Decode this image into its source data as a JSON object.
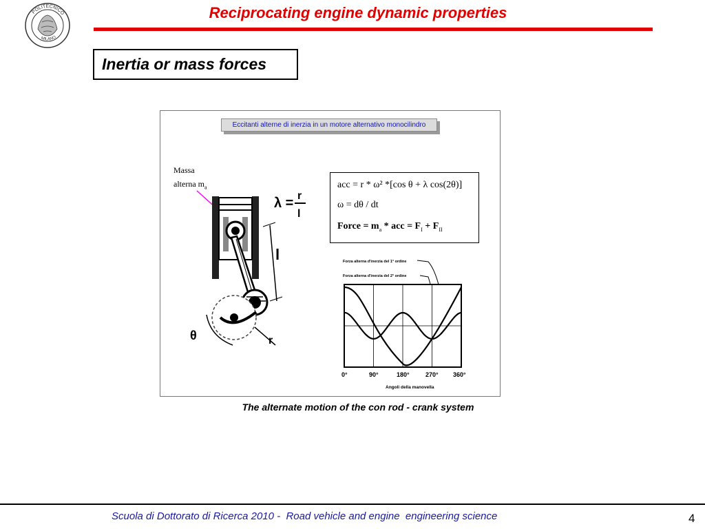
{
  "header": {
    "title": "Reciprocating engine dynamic properties",
    "logo_text_top": "POLITECNICO",
    "logo_text_bottom": "MILANO",
    "title_color": "#e00000"
  },
  "section": {
    "title": "Inertia or mass forces"
  },
  "figure": {
    "banner": "Eccitanti alterne di inerzia in un motore alternativo monocilindro",
    "mass_label_line1": "Massa",
    "mass_label_line2": "alterna m",
    "mass_label_sub": "a",
    "lambda_label": "λ =",
    "lambda_num": "r",
    "lambda_den": "l",
    "rod_label": "l",
    "theta_label": "θ",
    "crank_label": "r",
    "formulas": {
      "line1": "acc = r * ω² *[cos θ + λ cos(2θ)]",
      "line2": "ω = dθ / dt",
      "line3_prefix": "Force = m",
      "line3_sub_a": "a",
      "line3_mid": " * acc = F",
      "line3_sub_I": "I",
      "line3_plus": " + F",
      "line3_sub_II": "II"
    },
    "graph": {
      "legend_first": "Forza alterna d'inerzia del 1° ordine",
      "legend_second": "Forza alterna d'inerzia del 2° ordine",
      "x_ticks": [
        "0°",
        "90°",
        "180°",
        "270°",
        "360°"
      ],
      "x_label": "Angoli della manovella"
    }
  },
  "caption": "The alternate motion of the con rod - crank system",
  "footer": {
    "text": "Scuola di Dottorato di Ricerca 2010 -  Road vehicle and engine  engineering science",
    "page_number": "4"
  }
}
